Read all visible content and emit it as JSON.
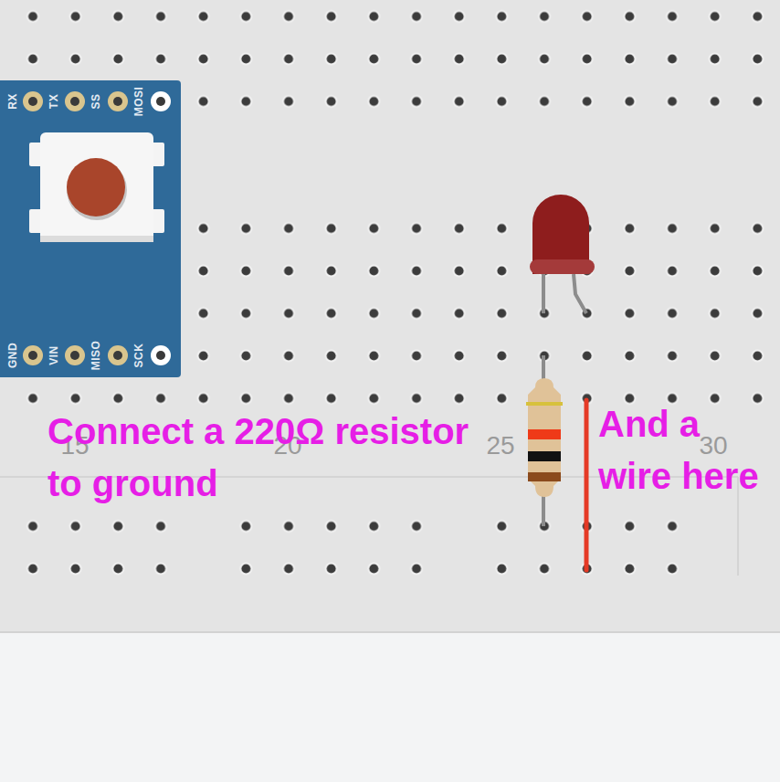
{
  "diagram": {
    "labels": [
      "RX",
      "TX",
      "SS",
      "MOSI",
      "GND",
      "VIN",
      "MISO",
      "SCK",
      "15",
      "20",
      "25",
      "30",
      "Connect a 220Ω resistor to ground",
      "And a wire here"
    ]
  }
}
